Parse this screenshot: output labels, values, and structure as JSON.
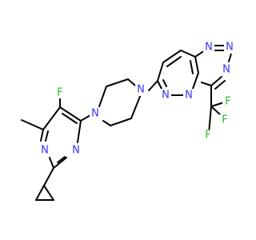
{
  "molecule": {
    "colors": {
      "carbon_bond": "#000000",
      "nitrogen": "#3333ff",
      "fluorine": "#22bb22",
      "background": "#ffffff"
    },
    "atoms": {
      "f_ring": "F",
      "n_pyr_left": "N",
      "n_pyr_right": "N",
      "n_pip_left": "N",
      "n_pip_right": "N",
      "n_pdz_1": "N",
      "n_pdz_2": "N",
      "n_triazole_top_left": "N",
      "n_triazole_top_right": "N",
      "n_triazole_right": "N",
      "f_cf3_top": "F",
      "f_cf3_right": "F",
      "f_cf3_bottom": "F"
    }
  }
}
